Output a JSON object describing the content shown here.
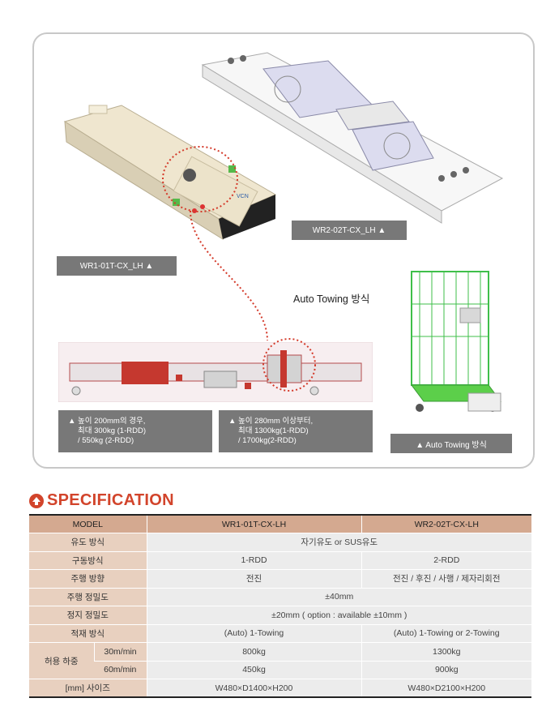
{
  "figures": {
    "wr1_caption": "WR1-01T-CX_LH ▲",
    "wr2_caption": "WR2-02T-CX_LH ▲",
    "auto_towing_label": "Auto Towing 방식",
    "auto_towing_caption": "▲  Auto Towing 방식",
    "note1": [
      "▲ 높이 200mm의 경우,",
      "최대 300kg (1-RDD)",
      "/ 550kg (2-RDD)"
    ],
    "note2": [
      "▲ 높이 280mm 이상부터,",
      "최대 1300kg(1-RDD)",
      "/ 1700kg(2-RDD)"
    ]
  },
  "spec": {
    "title": "SPECIFICATION",
    "header": {
      "model": "MODEL",
      "wr1": "WR1-01T-CX-LH",
      "wr2": "WR2-02T-CX-LH"
    },
    "guidance": {
      "label": "유도 방식",
      "value": "자기유도 or SUS유도"
    },
    "drive": {
      "label": "구동방식",
      "wr1": "1-RDD",
      "wr2": "2-RDD"
    },
    "direction": {
      "label": "주행 방향",
      "wr1": "전진",
      "wr2": "전진 / 후진 / 사행 / 제자리회전"
    },
    "travel_accuracy": {
      "label": "주행 정밀도",
      "value": "±40mm"
    },
    "stop_accuracy": {
      "label": "정지 정밀도",
      "value": "±20mm ( option : available ±10mm  )"
    },
    "loading": {
      "label": "적재 방식",
      "wr1": "(Auto) 1-Towing",
      "wr2": "(Auto) 1-Towing   or   2-Towing"
    },
    "load": {
      "label": "허용 하중",
      "row1": {
        "speed": "30m/min",
        "wr1": "800kg",
        "wr2": "1300kg"
      },
      "row2": {
        "speed": "60m/min",
        "wr1": "450kg",
        "wr2": "900kg"
      }
    },
    "size": {
      "label": "[mm] 사이즈",
      "wr1": "W480×D1400×H200",
      "wr2": "W480×D2100×H200"
    }
  }
}
